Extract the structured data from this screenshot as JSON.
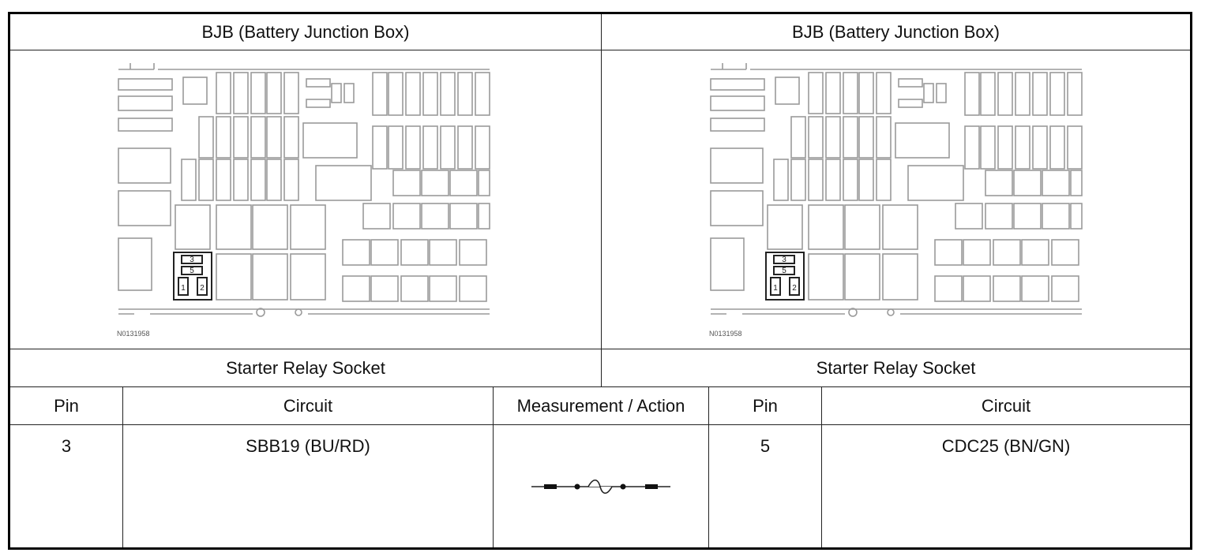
{
  "headers": {
    "left_title": "BJB (Battery Junction Box)",
    "right_title": "BJB (Battery Junction Box)",
    "left_caption": "Starter Relay Socket",
    "right_caption": "Starter Relay Socket"
  },
  "diagram": {
    "figure_code": "N0131958",
    "highlight_pins": [
      "3",
      "5",
      "1",
      "2"
    ]
  },
  "table": {
    "columns": [
      "Pin",
      "Circuit",
      "Measurement / Action",
      "Pin",
      "Circuit"
    ],
    "row": {
      "pin_a": "3",
      "circuit_a": "SBB19 (BU/RD)",
      "measurement_icon": "fuse-jumper-icon",
      "pin_b": "5",
      "circuit_b": "CDC25 (BN/GN)"
    }
  }
}
